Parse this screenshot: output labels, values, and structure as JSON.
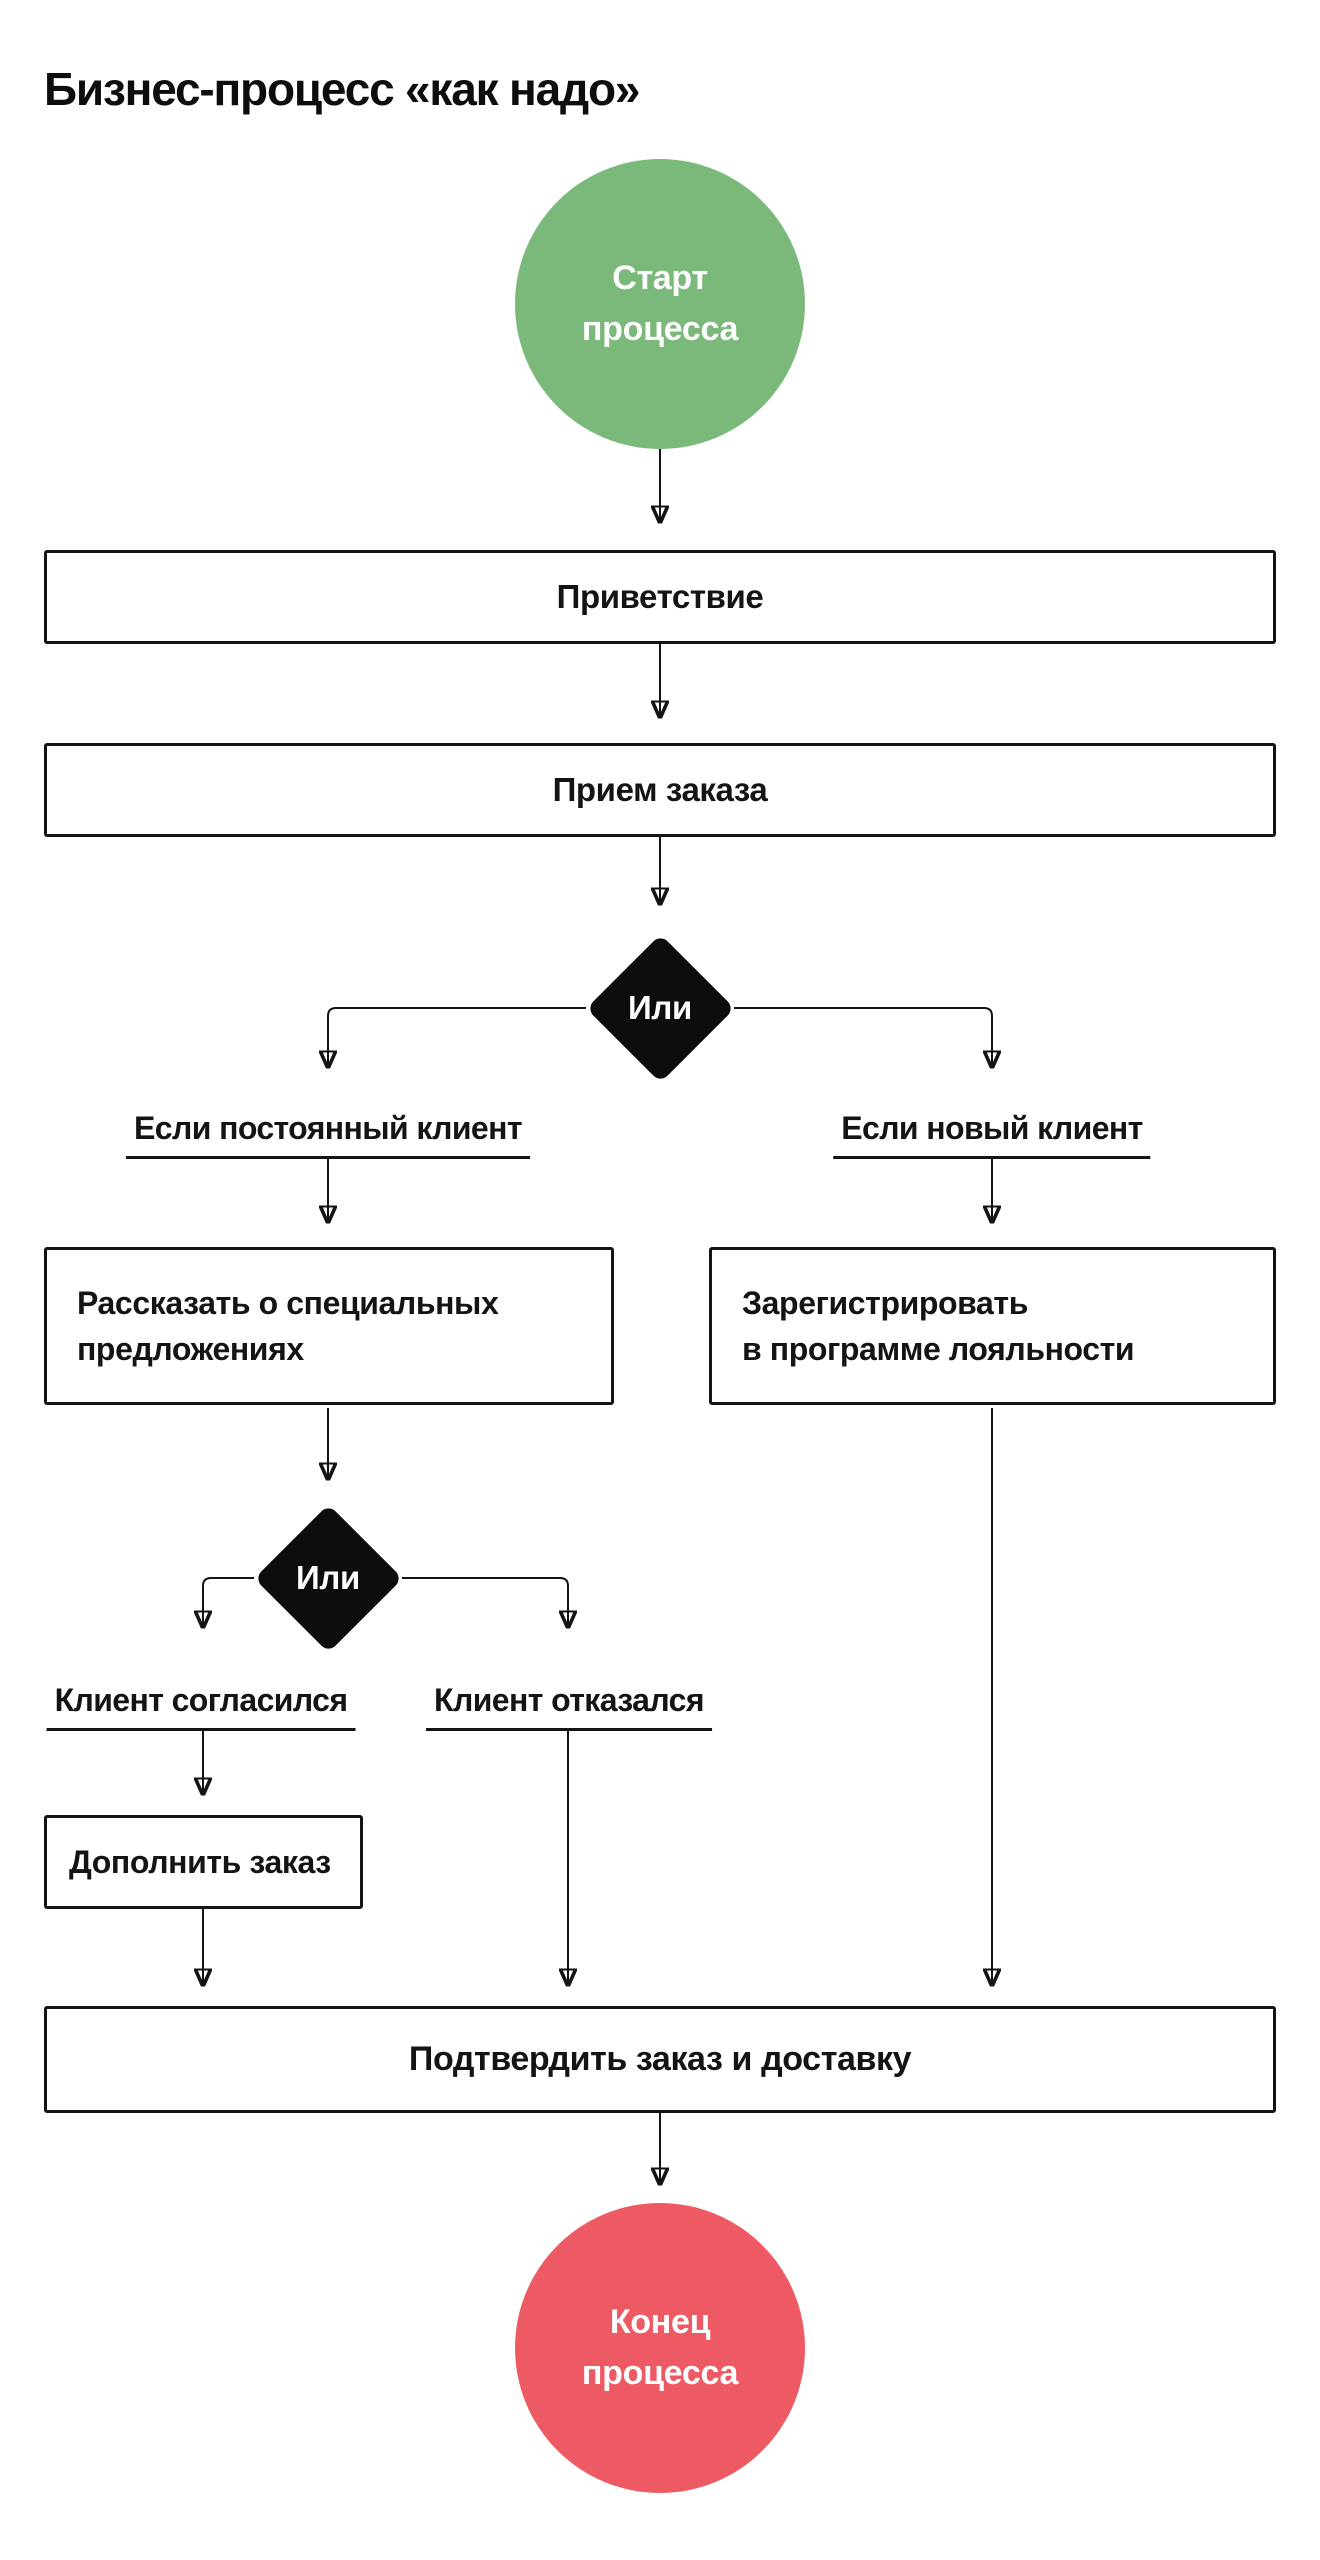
{
  "title": "Бизнес-процесс «как надо»",
  "colors": {
    "start_fill": "#7BB97A",
    "end_fill": "#EE5A64",
    "decision_fill": "#0D0D0D",
    "ink": "#141414",
    "node_bg": "#FFFFFF"
  },
  "nodes": {
    "start": {
      "label": "Старт\nпроцесса",
      "shape": "circle"
    },
    "greeting": {
      "label": "Приветствие",
      "shape": "rect"
    },
    "order_intake": {
      "label": "Прием заказа",
      "shape": "rect"
    },
    "decision_client_type": {
      "label": "Или",
      "shape": "diamond"
    },
    "branch_regular": {
      "label": "Если постоянный клиент"
    },
    "branch_new": {
      "label": "Если новый клиент"
    },
    "special_offers": {
      "label": "Рассказать о специальных\nпредложениях",
      "shape": "rect"
    },
    "loyalty_register": {
      "label": "Зарегистрировать\nв программе лояльности",
      "shape": "rect"
    },
    "decision_offer_response": {
      "label": "Или",
      "shape": "diamond"
    },
    "branch_agreed": {
      "label": "Клиент согласился"
    },
    "branch_refused": {
      "label": "Клиент отказался"
    },
    "add_order": {
      "label": "Дополнить заказ",
      "shape": "rect"
    },
    "confirm_order": {
      "label": "Подтвердить заказ и доставку",
      "shape": "rect"
    },
    "end": {
      "label": "Конец\nпроцесса",
      "shape": "circle"
    }
  }
}
